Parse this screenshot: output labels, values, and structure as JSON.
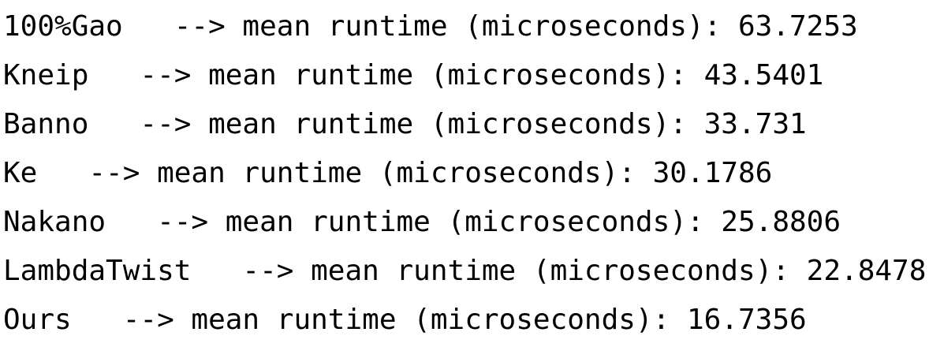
{
  "console": {
    "lines": [
      "100%Gao   --> mean runtime (microseconds): 63.7253",
      "Kneip   --> mean runtime (microseconds): 43.5401",
      "Banno   --> mean runtime (microseconds): 33.731",
      "Ke   --> mean runtime (microseconds): 30.1786",
      "Nakano   --> mean runtime (microseconds): 25.8806",
      "LambdaTwist   --> mean runtime (microseconds): 22.8478",
      "Ours   --> mean runtime (microseconds): 16.7356"
    ]
  }
}
